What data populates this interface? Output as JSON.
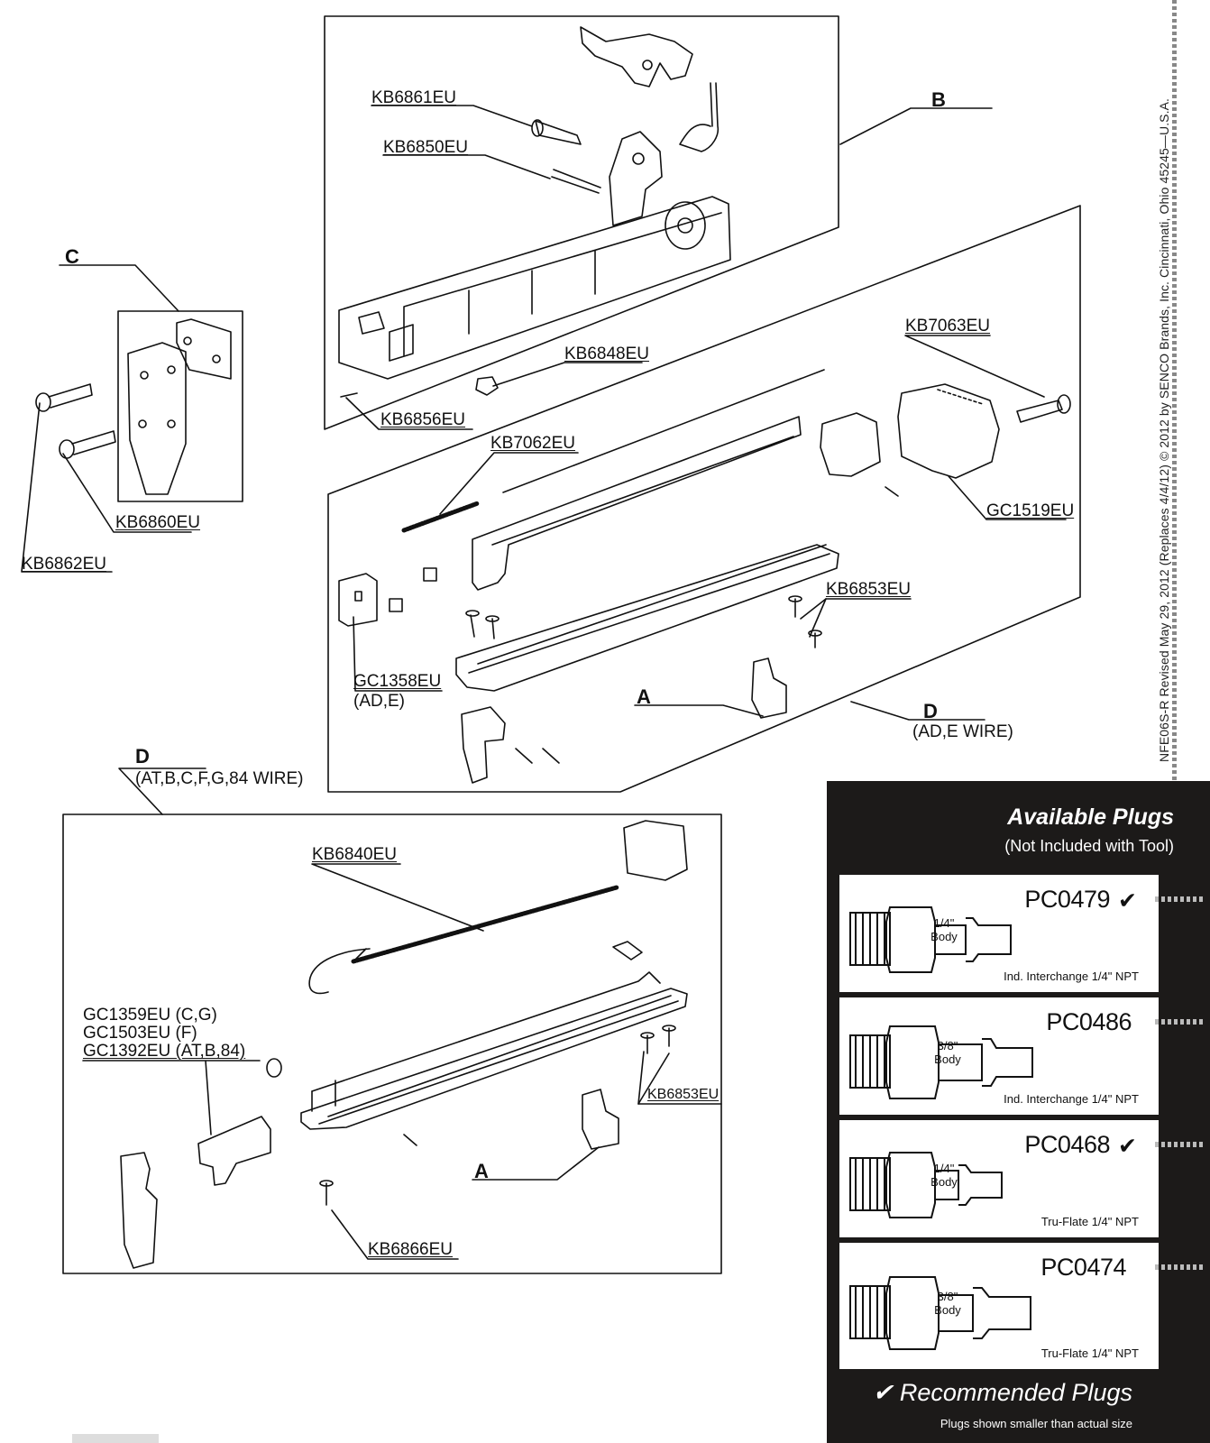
{
  "callouts": {
    "b_kb6861": "KB6861EU",
    "b_kb6850": "KB6850EU",
    "b_letter": "B",
    "c_letter": "C",
    "c_kb6860": "KB6860EU",
    "c_kb6862": "KB6862EU",
    "kb6848": "KB6848EU",
    "kb6856": "KB6856EU",
    "kb7063": "KB7063EU",
    "kb7062": "KB7062EU",
    "gc1519": "GC1519EU",
    "kb6853_upper": "KB6853EU",
    "gc1358": "GC1358EU",
    "gc1358_sub": "(AD,E)",
    "a_upper": "A",
    "d_upper_letter": "D",
    "d_upper_sub": "(AD,E WIRE)",
    "d_lower_letter": "D",
    "d_lower_sub": "(AT,B,C,F,G,84 WIRE)",
    "kb6840": "KB6840EU",
    "gc1359": "GC1359EU (C,G)",
    "gc1503": "GC1503EU (F)",
    "gc1392": "GC1392EU (AT,B,84)",
    "kb6853_lower": "KB6853EU",
    "a_lower": "A",
    "kb6866": "KB6866EU"
  },
  "side_note": "NFE06S-R Revised May 29, 2012 (Replaces 4/4/12) © 2012 by SENCO Brands, Inc. Cincinnati, Ohio 45245—U.S.A.",
  "plugs": {
    "title": "Available Plugs",
    "subtitle": "(Not Included with Tool)",
    "items": [
      {
        "code": "PC0479",
        "recommended": true,
        "size": "1/4\"",
        "body": "Body",
        "desc": "Ind. Interchange 1/4\" NPT"
      },
      {
        "code": "PC0486",
        "recommended": false,
        "size": "3/8\"",
        "body": "Body",
        "desc": "Ind. Interchange 1/4\" NPT"
      },
      {
        "code": "PC0468",
        "recommended": true,
        "size": "1/4\"",
        "body": "Body",
        "desc": "Tru-Flate 1/4\" NPT"
      },
      {
        "code": "PC0474",
        "recommended": false,
        "size": "3/8\"",
        "body": "Body",
        "desc": "Tru-Flate 1/4\" NPT"
      }
    ],
    "check_glyph": "✔",
    "recommended_label": "✔ Recommended Plugs",
    "note": "Plugs shown smaller than actual size"
  },
  "colors": {
    "line": "#111111",
    "panel": "#1c1a19",
    "card": "#ffffff"
  }
}
